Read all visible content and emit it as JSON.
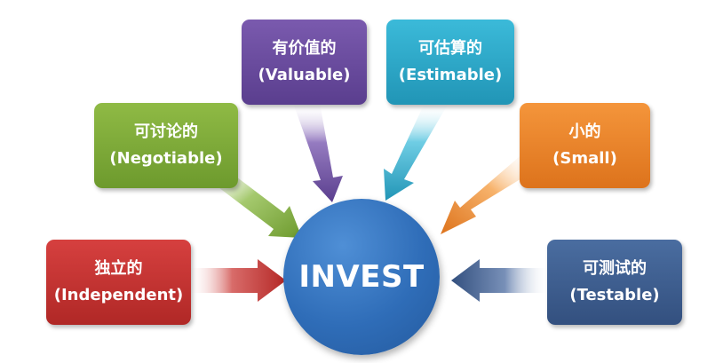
{
  "center": {
    "label": "INVEST"
  },
  "boxes": {
    "independent": {
      "zh": "独立的",
      "en": "(Independent)",
      "color": "#c0302e"
    },
    "negotiable": {
      "zh": "可讨论的",
      "en": "(Negotiable)",
      "color": "#7daa36"
    },
    "valuable": {
      "zh": "有价值的",
      "en": "(Valuable)",
      "color": "#684c9e"
    },
    "estimable": {
      "zh": "可估算的",
      "en": "(Estimable)",
      "color": "#2ca8c8"
    },
    "small": {
      "zh": "小的",
      "en": "(Small)",
      "color": "#ea8429"
    },
    "testable": {
      "zh": "可测试的",
      "en": "(Testable)",
      "color": "#3d5e8f"
    }
  },
  "center_color": "#2f6db8"
}
